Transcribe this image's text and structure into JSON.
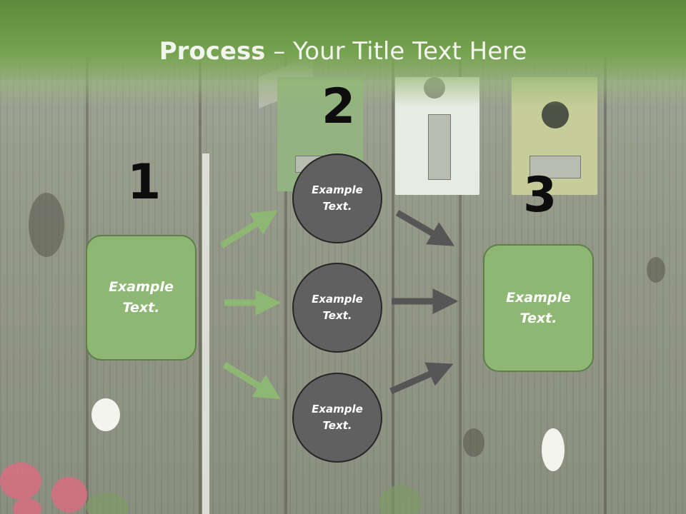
{
  "title": {
    "bold": "Process",
    "rest": " – Your Title Text Here"
  },
  "steps": [
    {
      "number": "1",
      "label": "Example Text."
    },
    {
      "number": "2",
      "items": [
        "Example Text.",
        "Example Text.",
        "Example Text."
      ]
    },
    {
      "number": "3",
      "label": "Example Text."
    }
  ],
  "colors": {
    "header": "#6f9c4a",
    "box_fill": "#8fb774",
    "circle_fill": "#606060",
    "green_arrow": "#8fb774",
    "dark_arrow": "#565656"
  }
}
